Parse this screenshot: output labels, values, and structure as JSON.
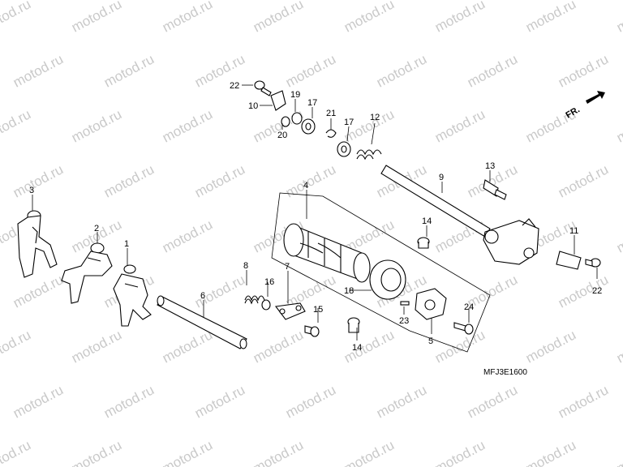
{
  "watermark": {
    "text": "motod.ru",
    "color": "#c9c9c9"
  },
  "diagram_code": "MFJ3E1600",
  "front_marker": {
    "label": "FR.",
    "icon": "front-arrow-icon"
  },
  "callouts": {
    "p1": "1",
    "p2": "2",
    "p3": "3",
    "p4": "4",
    "p5": "5",
    "p6": "6",
    "p7": "7",
    "p8": "8",
    "p9": "9",
    "p10": "10",
    "p11": "11",
    "p12": "12",
    "p13": "13",
    "p14a": "14",
    "p14b": "14",
    "p15": "15",
    "p16": "16",
    "p17a": "17",
    "p17b": "17",
    "p18": "18",
    "p19": "19",
    "p20": "20",
    "p21": "21",
    "p22a": "22",
    "p22b": "22",
    "p23": "23",
    "p24": "24"
  }
}
